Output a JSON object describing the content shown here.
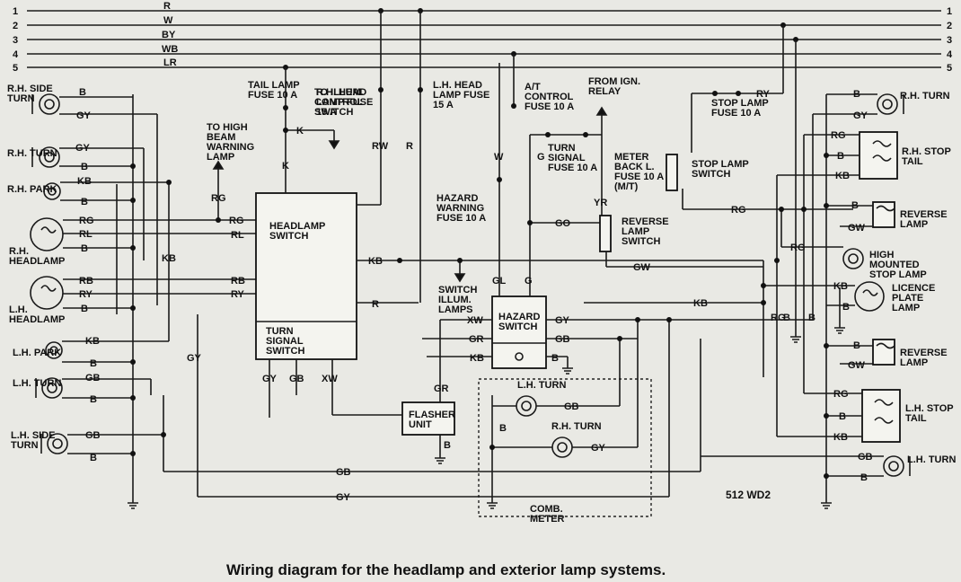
{
  "caption": "Wiring diagram for the headlamp and exterior lamp systems.",
  "code": "512 WD2",
  "bus": [
    {
      "num": "1",
      "color": "R"
    },
    {
      "num": "2",
      "color": "W"
    },
    {
      "num": "3",
      "color": "BY"
    },
    {
      "num": "4",
      "color": "WB"
    },
    {
      "num": "5",
      "color": "LR"
    }
  ],
  "left_components": {
    "rh_side_turn": "R.H. SIDE TURN",
    "rh_turn": "R.H. TURN",
    "rh_park": "R.H. PARK",
    "rh_headlamp": "R.H. HEADLAMP",
    "lh_headlamp": "L.H. HEADLAMP",
    "lh_park": "L.H. PARK",
    "lh_turn": "L.H. TURN",
    "lh_side_turn": "L.H. SIDE TURN"
  },
  "fuses": {
    "tail": "TAIL LAMP FUSE 10 A",
    "rh_head": "R.H. HEAD LAMP FUSE 15 A",
    "lh_head": "L.H. HEAD LAMP FUSE 15 A",
    "at_control": "A/T CONTROL FUSE 10 A",
    "turn_signal": "TURN SIGNAL FUSE 10 A",
    "meter_back": "METER BACK L. FUSE 10 A (M/T)",
    "hazard": "HAZARD WARNING FUSE 10 A",
    "stop": "STOP LAMP FUSE 10 A"
  },
  "notes": {
    "high_beam": "TO HIGH BEAM WARNING LAMP",
    "illum_ctrl": "TO ILLUM. CONTROL SWITCH",
    "from_ign": "FROM IGN. RELAY",
    "switch_illum": "SWITCH ILLUM. LAMPS"
  },
  "switches": {
    "headlamp": "HEADLAMP SWITCH",
    "turn_signal": "TURN SIGNAL SWITCH",
    "hazard": "HAZARD SWITCH",
    "flasher": "FLASHER UNIT",
    "stop_lamp": "STOP LAMP SWITCH",
    "reverse_lamp": "REVERSE LAMP SWITCH"
  },
  "meter": {
    "label": "COMB. METER",
    "lh_turn": "L.H. TURN",
    "rh_turn": "R.H. TURN"
  },
  "right_components": {
    "rh_turn": "R.H. TURN",
    "rh_stop_tail": "R.H. STOP TAIL",
    "reverse1": "REVERSE LAMP",
    "high_mount": "HIGH MOUNTED STOP LAMP",
    "licence": "LICENCE PLATE LAMP",
    "reverse2": "REVERSE LAMP",
    "lh_stop_tail": "L.H. STOP TAIL",
    "lh_turn": "L.H. TURN"
  }
}
